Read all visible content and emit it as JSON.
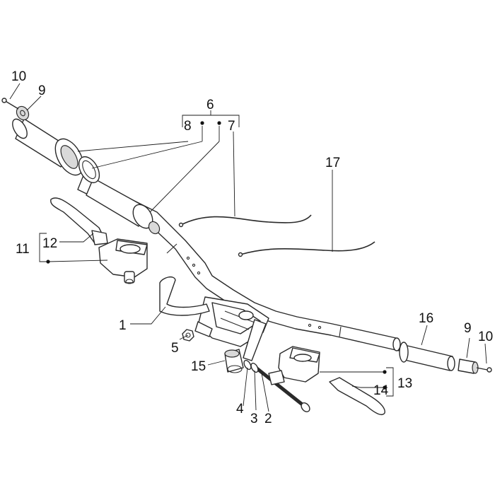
{
  "diagram": {
    "callouts": {
      "p1": "1",
      "p2": "2",
      "p3": "3",
      "p4": "4",
      "p5": "5",
      "p6": "6",
      "p7": "7",
      "p8": "8",
      "p9a": "9",
      "p9b": "9",
      "p10a": "10",
      "p10b": "10",
      "p11": "11",
      "p12": "12",
      "p13": "13",
      "p14": "14",
      "p15": "15",
      "p16": "16",
      "p17": "17"
    }
  }
}
